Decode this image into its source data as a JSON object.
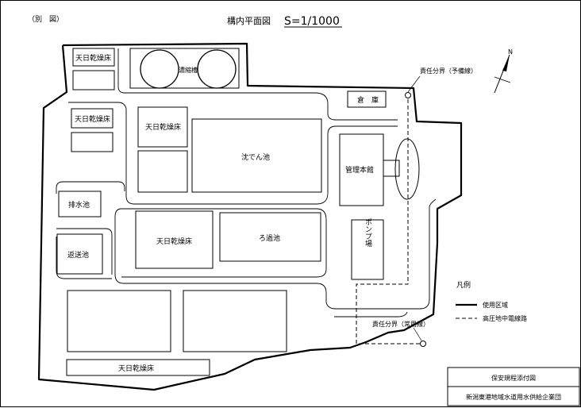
{
  "header": {
    "appendix": "（別　図）",
    "title": "構内平面図",
    "scale": "S=1/1000"
  },
  "labels": {
    "drying_bed": "天日乾燥床",
    "sludge_tank": "濃縮槽",
    "warehouse": "倉　庫",
    "sedimentation_basin": "沈でん池",
    "admin_building": "管理本館",
    "drain_pond": "排水池",
    "return_pond": "返送池",
    "filter_basin": "ろ過池",
    "pump_station": "ポンプ場",
    "boundary_standby": "責任分界（予備線）",
    "boundary_regular": "責任分界（常用線）"
  },
  "north": {
    "label": "N"
  },
  "legend": {
    "title": "凡例",
    "used_area": "使用区域",
    "underground_cable": "高圧地中電線路"
  },
  "title_block": {
    "row1": "保安規程添付図",
    "row2": "新潟東港地域水道用水供給企業団"
  },
  "colors": {
    "line": "#000000",
    "background": "#ffffff"
  }
}
